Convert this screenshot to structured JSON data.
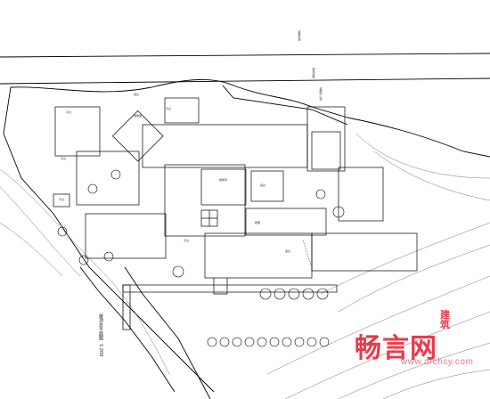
{
  "drawing": {
    "title": "屋顶总平面图",
    "scale": "1:200",
    "room_labels": [
      "平台",
      "露台",
      "平台",
      "坡屋面",
      "平台",
      "楼梯间",
      "露台",
      "屋面",
      "平台",
      "露台",
      "平台"
    ],
    "road_labels": [
      "道路红线",
      "规划道路",
      "道路中心线"
    ]
  },
  "watermark": {
    "brand": "畅言网",
    "side": "建筑",
    "url": "www.archcy.com",
    "color": "#e83a4a"
  }
}
